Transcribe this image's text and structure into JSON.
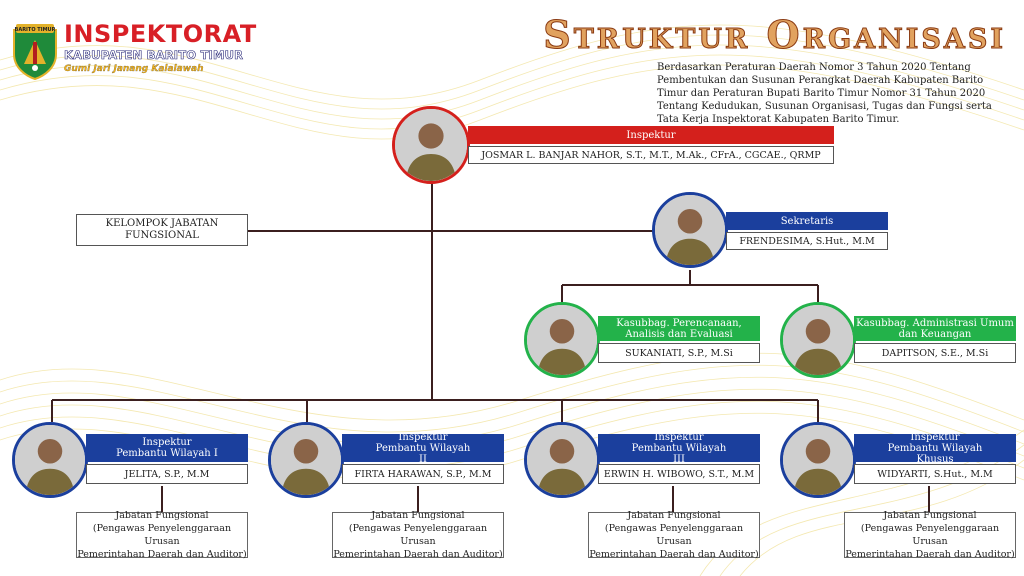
{
  "header": {
    "brand_title": "INSPEKTORAT",
    "brand_subtitle": "KABUPATEN BARITO TIMUR",
    "brand_tagline": "Gumi Jari Janang Kalalawah",
    "logo_banner": "BARITO TIMUR",
    "main_title": "Struktur Organisasi",
    "description": "Berdasarkan Peraturan Daerah Nomor 3 Tahun 2020 Tentang Pembentukan dan Susunan Perangkat Daerah Kabupaten Barito Timur dan Peraturan Bupati Barito Timur Nomor 31   Tahun 2020 Tentang Kedudukan, Susunan Organisasi, Tugas dan Fungsi serta Tata Kerja Inspektorat Kabupaten Barito Timur."
  },
  "fungsional_group": "KELOMPOK JABATAN FUNGSIONAL",
  "inspektur": {
    "role": "Inspektur",
    "name": "JOSMAR L. BANJAR NAHOR, S.T., M.T., M.Ak., CFrA., CGCAE., QRMP"
  },
  "sekretaris": {
    "role": "Sekretaris",
    "name": "FRENDESIMA, S.Hut., M.M"
  },
  "kasubbag": [
    {
      "role": "Kasubbag. Perencanaan, Analisis dan Evaluasi",
      "name": "SUKANIATI, S.P., M.Si"
    },
    {
      "role": "Kasubbag. Administrasi Umum dan Keuangan",
      "name": "DAPITSON, S.E., M.Si"
    }
  ],
  "irban": [
    {
      "role": "Inspektur Pembantu Wilayah I",
      "name": "JELITA, S.P., M.M",
      "fungsional": [
        "Jabatan Fungsional",
        "(Pengawas Penyelenggaraan Urusan",
        "Pemerintahan Daerah dan Auditor)"
      ]
    },
    {
      "role": "Inspektur Pembantu Wilayah II",
      "name": "FIRTA HARAWAN, S.P., M.M",
      "fungsional": [
        "Jabatan Fungsional",
        "(Pengawas Penyelenggaraan Urusan",
        "Pemerintahan Daerah dan Auditor)"
      ]
    },
    {
      "role": "Inspektur Pembantu Wilayah III",
      "name": "ERWIN H. WIBOWO, S.T., M.M",
      "fungsional": [
        "Jabatan Fungsional",
        "(Pengawas Penyelenggaraan Urusan",
        "Pemerintahan Daerah dan Auditor)"
      ]
    },
    {
      "role": "Inspektur Pembantu Wilayah Khusus",
      "name": "WIDYARTI, S.Hut., M.M",
      "fungsional": [
        "Jabatan Fungsional",
        "(Pengawas Penyelenggaraan Urusan",
        "Pemerintahan Daerah dan Auditor)"
      ]
    }
  ],
  "colors": {
    "red": "#d4201c",
    "blue": "#1b3f9d",
    "green": "#23b24a",
    "title": "#e1a25f",
    "connector": "#3b1f1f"
  }
}
